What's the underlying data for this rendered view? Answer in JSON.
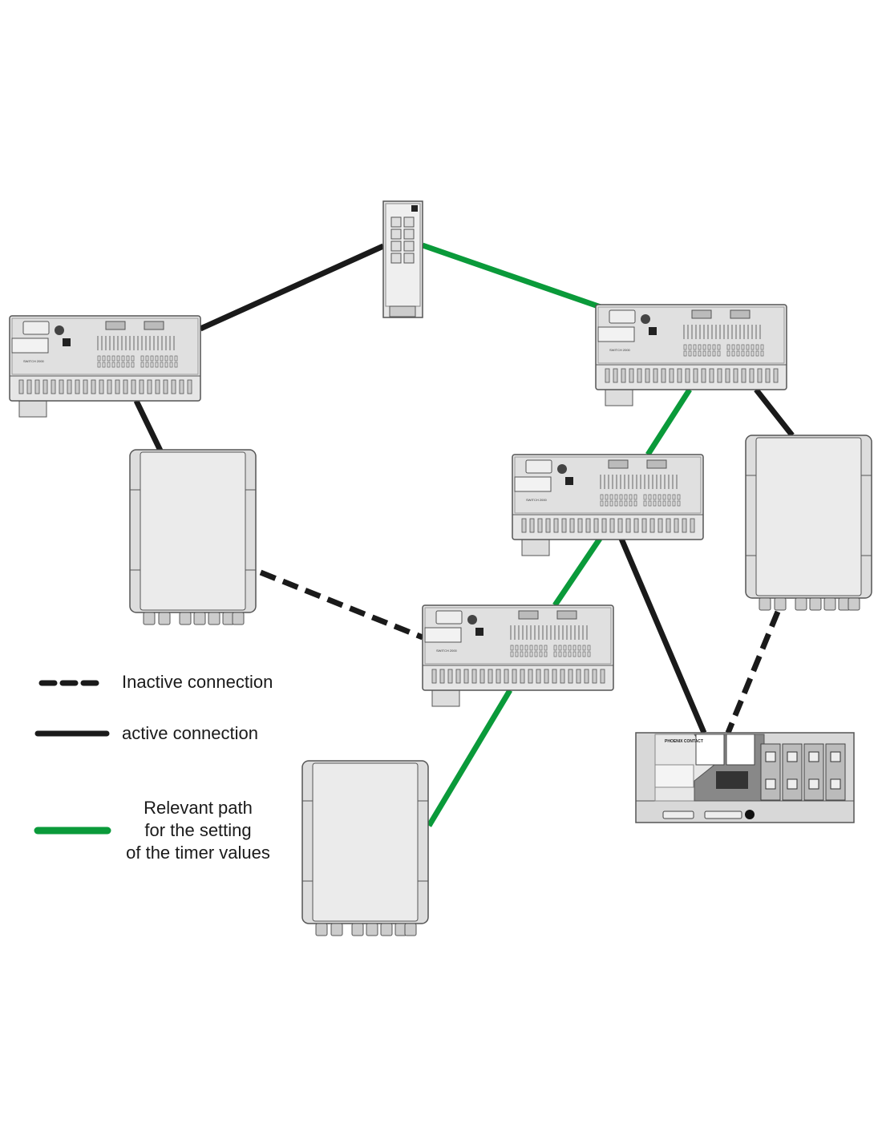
{
  "colors": {
    "active": "#1a1a1a",
    "relevant_path": "#0a9a3a",
    "inactive": "#1a1a1a",
    "device_fill": "#e3e3e3",
    "device_stroke": "#555555"
  },
  "legend": {
    "inactive": "Inactive connection",
    "active": "active connection",
    "relevant_lines": [
      "Relevant path",
      "for the setting",
      "of the timer values"
    ]
  },
  "devices": {
    "switch_label": "SWITCH 2000",
    "managed_switch_logo": "PHOENIX CONTACT"
  }
}
